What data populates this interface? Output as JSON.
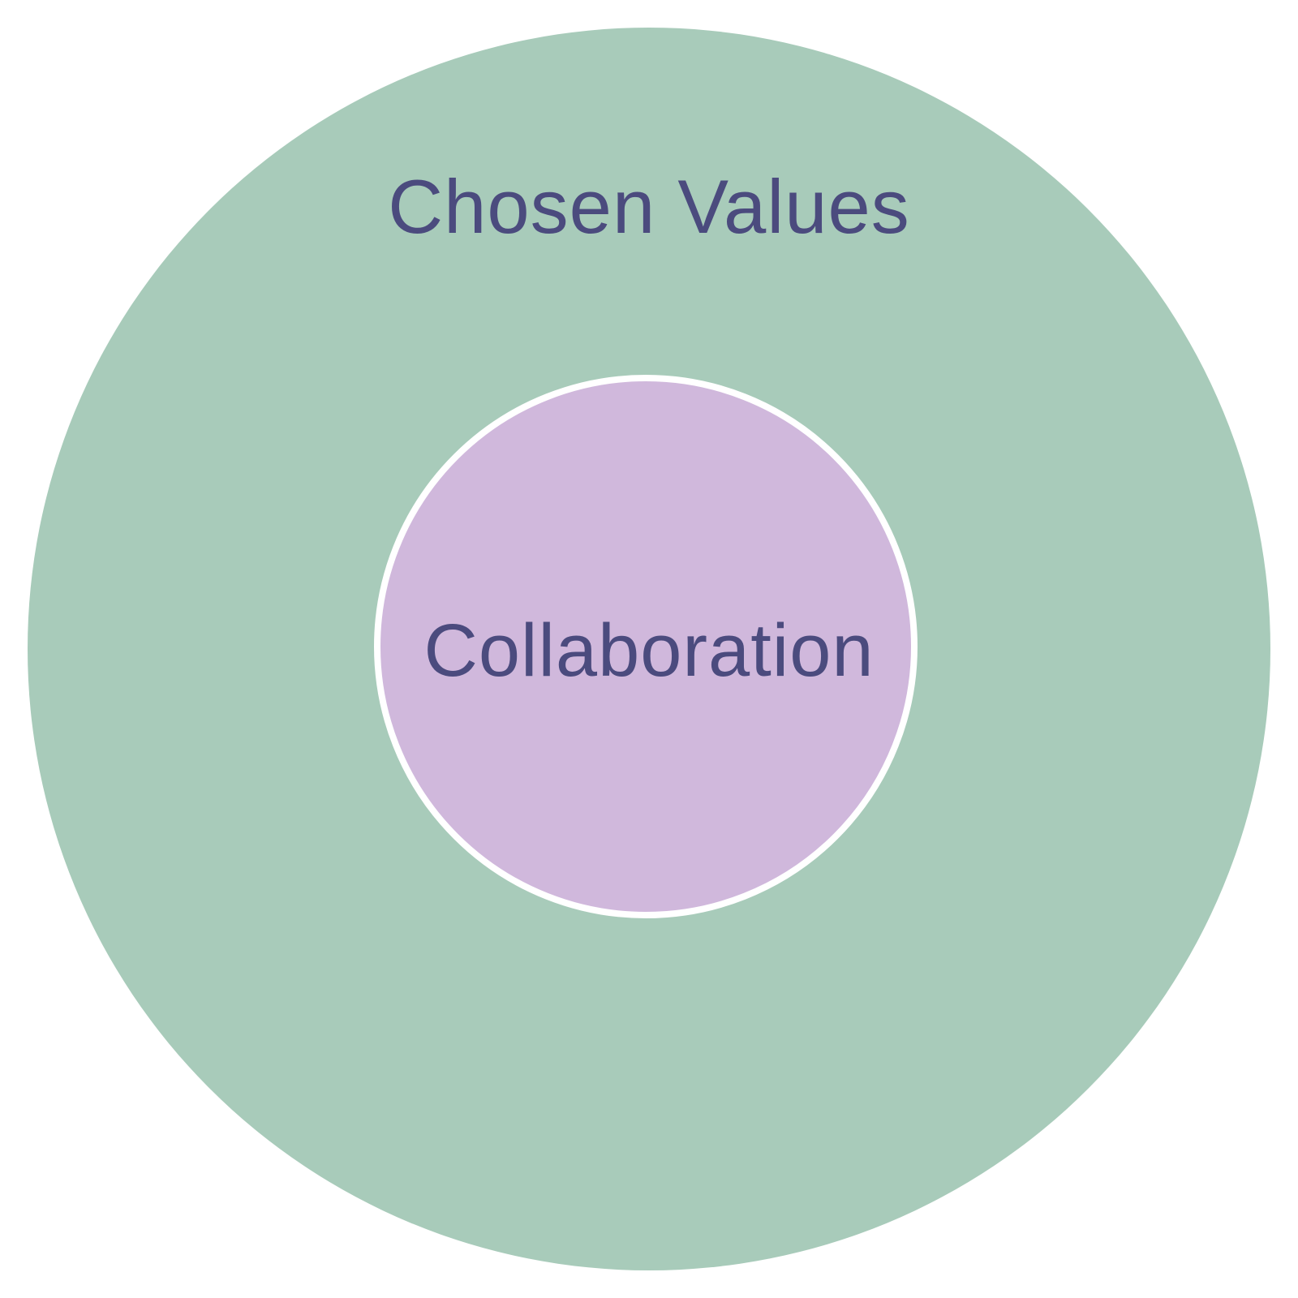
{
  "diagram": {
    "type": "nested-circles",
    "outer": {
      "label": "Chosen Values",
      "fill": "#a8cbba"
    },
    "inner": {
      "label": "Collaboration",
      "fill": "#d0b8dc",
      "stroke": "#ffffff"
    },
    "text_color": "#4b4b7e"
  }
}
